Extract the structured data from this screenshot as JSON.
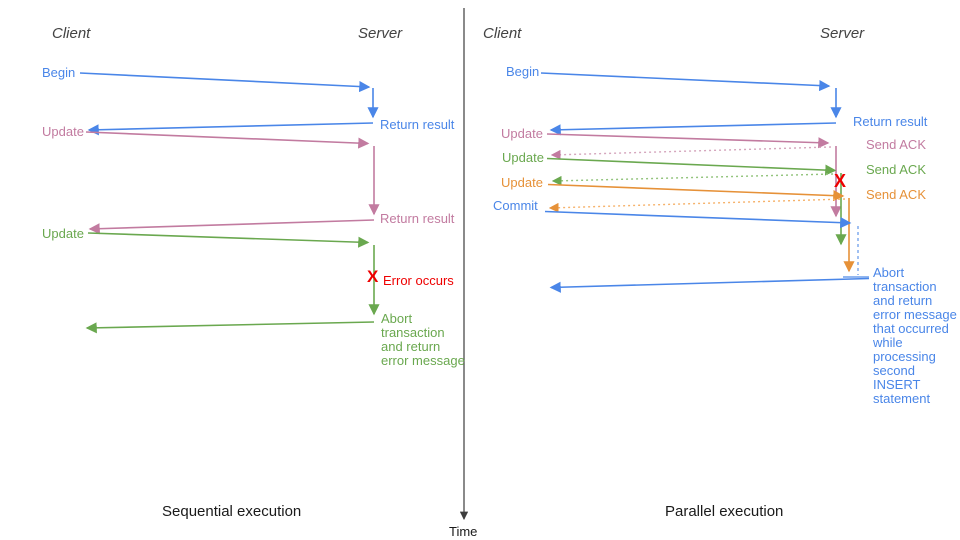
{
  "left_panel": {
    "client_header": "Client",
    "server_header": "Server",
    "caption": "Sequential execution",
    "begin_label": "Begin",
    "return_result_1_label": "Return result",
    "update_1_label": "Update",
    "return_result_2_label": "Return result",
    "update_2_label": "Update",
    "error_mark": "X",
    "error_label": "Error occurs",
    "abort_label": "Abort transaction and return error message"
  },
  "right_panel": {
    "client_header": "Client",
    "server_header": "Server",
    "caption": "Parallel execution",
    "begin_label": "Begin",
    "return_result_label": "Return result",
    "update_1_label": "Update",
    "send_ack_1_label": "Send ACK",
    "update_2_label": "Update",
    "send_ack_2_label": "Send ACK",
    "update_3_label": "Update",
    "send_ack_3_label": "Send ACK",
    "commit_label": "Commit",
    "error_mark": "X",
    "abort_label": "Abort transaction and return error message that occurred while processing second INSERT statement"
  },
  "time_axis": {
    "label": "Time"
  },
  "colors": {
    "blue": "#4a86e8",
    "pink": "#c27ba0",
    "green": "#6aa84f",
    "orange": "#e69138",
    "red": "#ee0000",
    "light_blue": "#6d9eeb",
    "light_pink": "#d5a6bd",
    "light_green": "#93c47d",
    "light_orange": "#f6b26b",
    "axis": "#3d3d3d"
  }
}
